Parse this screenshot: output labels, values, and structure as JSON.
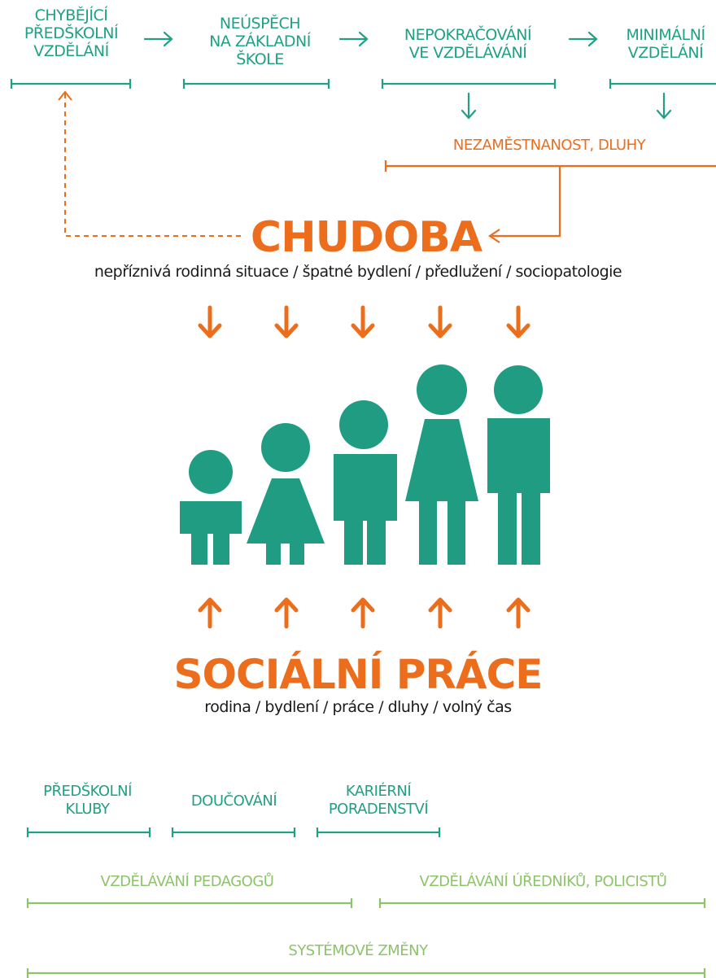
{
  "colors": {
    "teal": "#20a084",
    "orange": "#ec6d1c",
    "green": "#8dc36a",
    "text": "#1a1a1a"
  },
  "top_chain": [
    "CHYBĚJÍCÍ\nPŘEDŠKOLNÍ\nVZDĚLÁNÍ",
    "NEÚSPĚCH\nNA ZÁKLADNÍ\nŠKOLE",
    "NEPOKRAČOVÁNÍ\nVE VZDĚLÁVÁNÍ",
    "MINIMÁLNÍ\nVZDĚLÁNÍ"
  ],
  "unemployment": "NEZAMĚSTNANOST, DLUHY",
  "poverty": {
    "title": "CHUDOBA",
    "subtitle": "nepříznivá rodinná situace / špatné bydlení / předlužení / sociopatologie"
  },
  "social_work": {
    "title": "SOCIÁLNÍ PRÁCE",
    "subtitle": "rodina / bydlení / práce / dluhy / volný čas"
  },
  "interventions": [
    "PŘEDŠKOLNÍ\nKLUBY",
    "DOUČOVÁNÍ",
    "KARIÉRNÍ\nPORADENSTVÍ"
  ],
  "training": [
    "VZDĚLÁVÁNÍ PEDAGOGŮ",
    "VZDĚLÁVÁNÍ ÚŘEDNÍKŮ, POLICISTŮ"
  ],
  "systemic": "SYSTÉMOVÉ ZMĚNY",
  "icons": {
    "family": "family-of-five-icon",
    "arrow_down": "arrow-down-icon",
    "arrow_up": "arrow-up-icon"
  }
}
